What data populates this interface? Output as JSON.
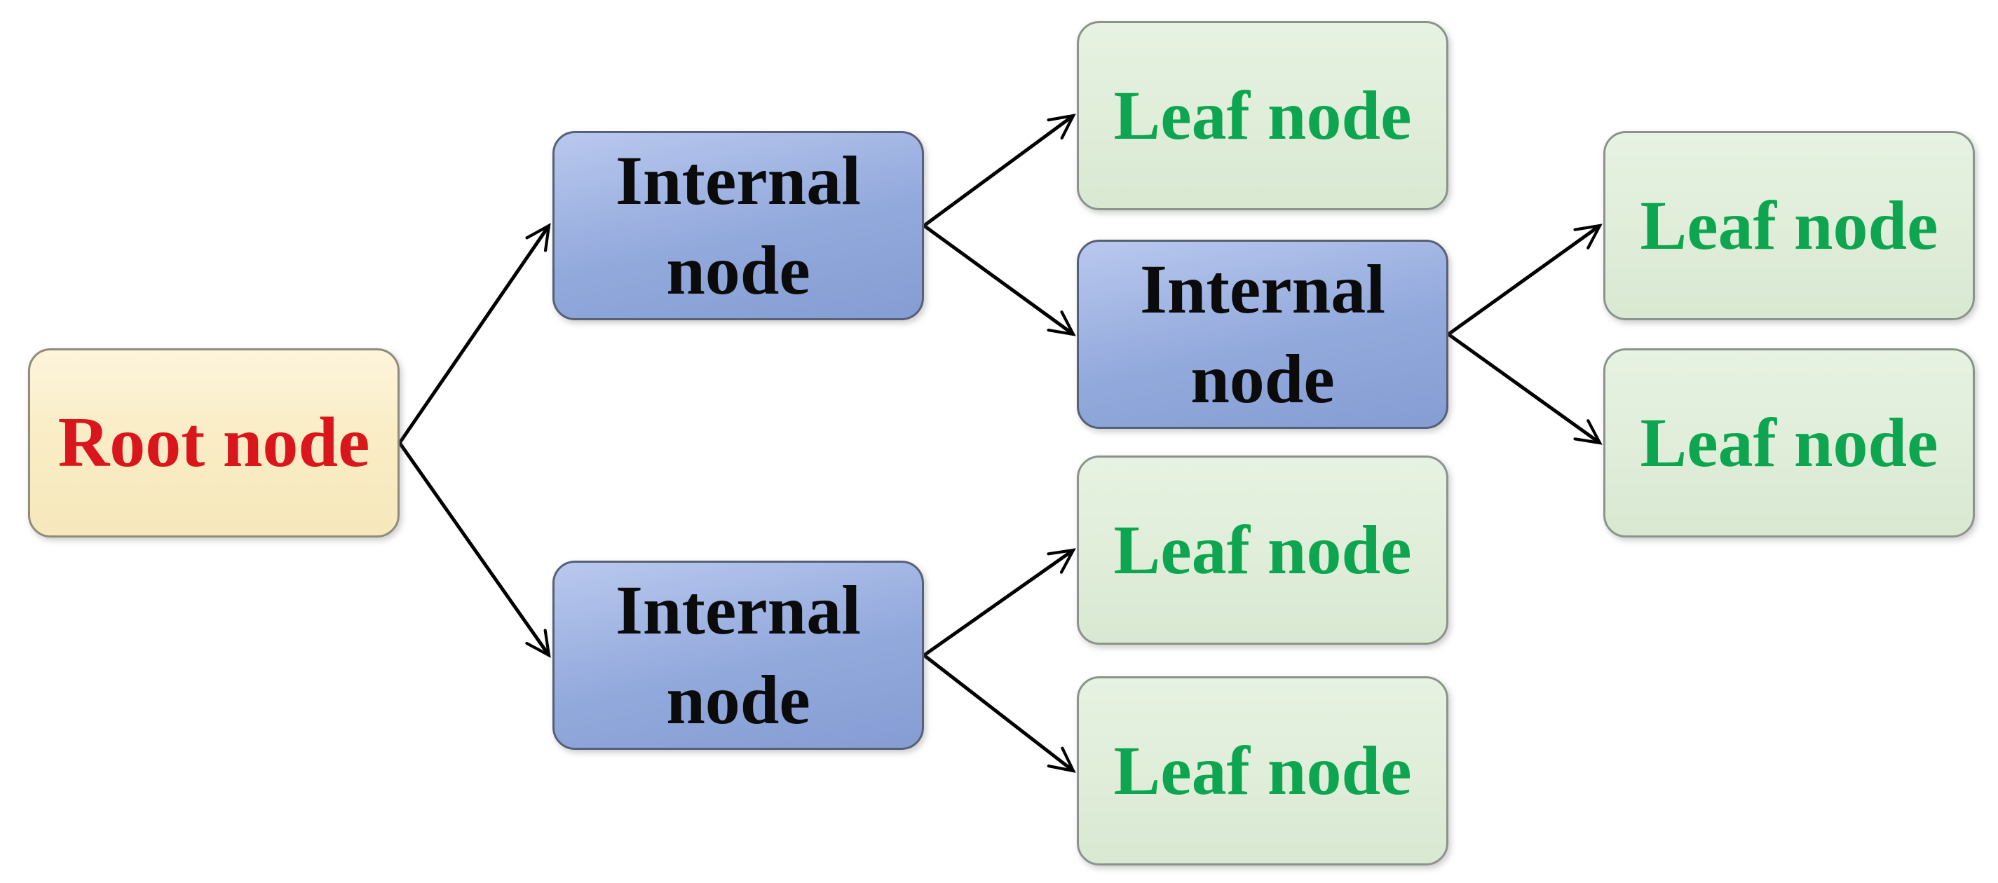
{
  "colors": {
    "root_fill": "#faedc6",
    "root_border": "#8f8c7a",
    "root_text": "#d9161c",
    "internal_fill": "#92a9dc",
    "internal_border": "#566076",
    "internal_text": "#0b0b0c",
    "leaf_fill": "#dfedd8",
    "leaf_border": "#8a948a",
    "leaf_text": "#0ea550",
    "arrow_color": "#000000"
  },
  "nodes": {
    "root": {
      "label": "Root node",
      "type": "root"
    },
    "internal_top": {
      "label": "Internal node",
      "type": "internal"
    },
    "internal_bottom": {
      "label": "Internal node",
      "type": "internal"
    },
    "internal_mid": {
      "label": "Internal node",
      "type": "internal"
    },
    "leaf_1": {
      "label": "Leaf node",
      "type": "leaf"
    },
    "leaf_2": {
      "label": "Leaf node",
      "type": "leaf"
    },
    "leaf_3": {
      "label": "Leaf node",
      "type": "leaf"
    },
    "leaf_r1": {
      "label": "Leaf node",
      "type": "leaf"
    },
    "leaf_r2": {
      "label": "Leaf node",
      "type": "leaf"
    }
  },
  "edges": [
    {
      "from": "root",
      "to": "internal_top"
    },
    {
      "from": "root",
      "to": "internal_bottom"
    },
    {
      "from": "internal_top",
      "to": "leaf_1"
    },
    {
      "from": "internal_top",
      "to": "internal_mid"
    },
    {
      "from": "internal_mid",
      "to": "leaf_r1"
    },
    {
      "from": "internal_mid",
      "to": "leaf_r2"
    },
    {
      "from": "internal_bottom",
      "to": "leaf_2"
    },
    {
      "from": "internal_bottom",
      "to": "leaf_3"
    }
  ]
}
